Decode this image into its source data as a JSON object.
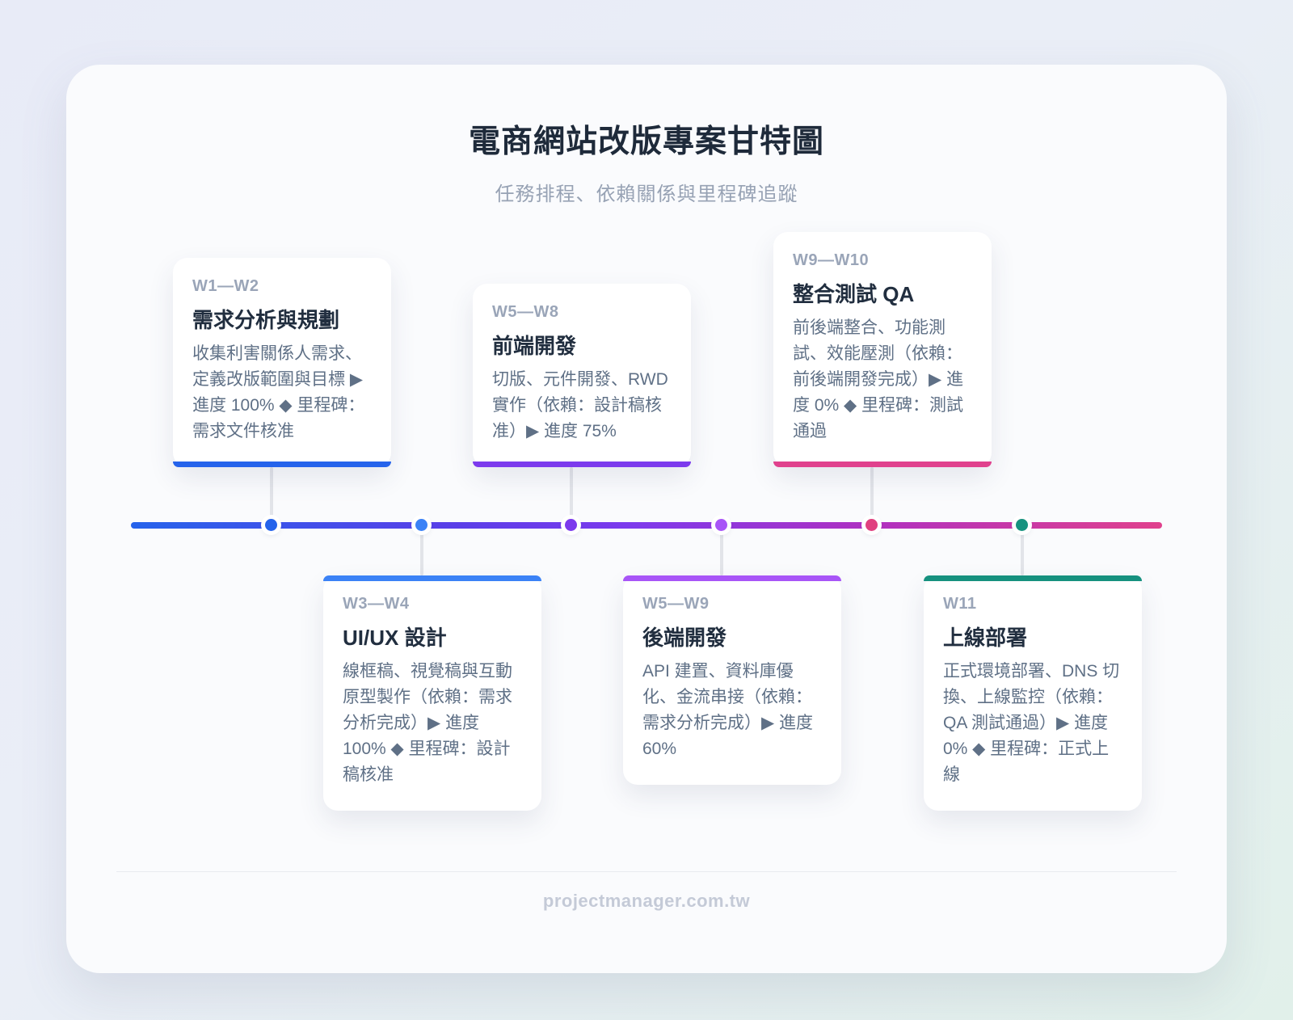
{
  "header": {
    "title": "電商網站改版專案甘特圖",
    "subtitle": "任務排程、依賴關係與里程碑追蹤"
  },
  "footer": {
    "site": "projectmanager.com.tw"
  },
  "timeline": {
    "line_gradient_css": "linear-gradient(90deg, #2563eb 0%, #5b3ee8 32%, #7c3aed 48%, #b030c0 72%, #e0418d 100%)",
    "connector_color": "#e2e4e9",
    "dots": [
      {
        "color": "#2563eb"
      },
      {
        "color": "#3b82f6"
      },
      {
        "color": "#7c3aed"
      },
      {
        "color": "#a855f7"
      },
      {
        "color": "#e0417f"
      },
      {
        "color": "#18927f"
      }
    ]
  },
  "tasks": [
    {
      "weeks": "W1—W2",
      "title": "需求分析與規劃",
      "description": "收集利害關係人需求、定義改版範圍與目標 ▶ 進度 100% ◆ 里程碑：需求文件核准",
      "accent": "#2563eb",
      "side": "above"
    },
    {
      "weeks": "W5—W8",
      "title": "前端開發",
      "description": "切版、元件開發、RWD 實作（依賴：設計稿核准）▶ 進度 75%",
      "accent": "#7c3aed",
      "side": "above"
    },
    {
      "weeks": "W9—W10",
      "title": "整合測試 QA",
      "description": "前後端整合、功能測試、效能壓測（依賴：前後端開發完成）▶ 進度 0% ◆ 里程碑：測試通過",
      "accent": "#e0418d",
      "side": "above"
    },
    {
      "weeks": "W3—W4",
      "title": "UI/UX 設計",
      "description": "線框稿、視覺稿與互動原型製作（依賴：需求分析完成）▶ 進度 100% ◆ 里程碑：設計稿核准",
      "accent": "#3b82f6",
      "side": "below"
    },
    {
      "weeks": "W5—W9",
      "title": "後端開發",
      "description": "API 建置、資料庫優化、金流串接（依賴：需求分析完成）▶ 進度 60%",
      "accent": "#a855f7",
      "side": "below"
    },
    {
      "weeks": "W11",
      "title": "上線部署",
      "description": "正式環境部署、DNS 切換、上線監控（依賴：QA 測試通過）▶ 進度 0% ◆ 里程碑：正式上線",
      "accent": "#16917f",
      "side": "below"
    }
  ]
}
